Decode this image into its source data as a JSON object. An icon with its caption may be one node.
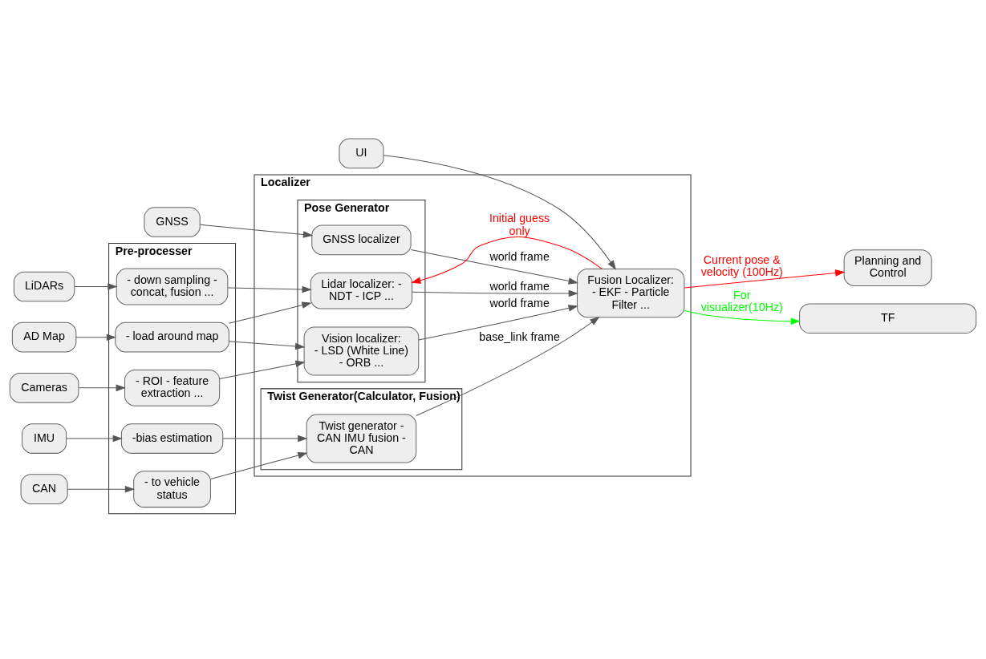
{
  "diagram": {
    "nodes": [
      {
        "text": [
          "UI"
        ]
      },
      {
        "text": [
          "GNSS"
        ]
      },
      {
        "text": [
          "LiDARs"
        ]
      },
      {
        "text": [
          "Cameras"
        ]
      },
      {
        "text": [
          "AD Map"
        ]
      },
      {
        "text": [
          "CAN"
        ]
      },
      {
        "text": [
          "IMU"
        ]
      },
      {
        "text": [
          "Pre-processer"
        ]
      },
      {
        "text": [
          "- down sampling - concat, fusion ..."
        ],
        "in": 7
      },
      {
        "text": [
          "- ROI - feature extraction ..."
        ],
        "in": 7
      },
      {
        "text": [
          "- load around map"
        ],
        "in": 7
      },
      {
        "text": [
          "- to vehicle status"
        ],
        "in": 7
      },
      {
        "text": [
          "-bias estimation"
        ],
        "in": 7
      },
      {
        "text": [
          "Localizer"
        ]
      },
      {
        "text": [
          "Pose Generator"
        ],
        "in": 13
      },
      {
        "text": [
          "GNSS localizer"
        ],
        "in": 14
      },
      {
        "text": [
          "Lidar localizer: - NDT - ICP ..."
        ],
        "in": 14
      },
      {
        "text": [
          "Vision localizer: - LSD (White Line) - ORB ..."
        ],
        "in": 14
      },
      {
        "text": [
          "Twist Generator(Calculator, Fusion)"
        ],
        "in": 13
      },
      {
        "text": [
          "Twist generator - CAN IMU fusion - CAN"
        ],
        "in": 18
      },
      {
        "text": [
          "Fusion Localizer: - EKF - Particle Filter ..."
        ],
        "in": 13
      },
      {
        "text": [
          "Planning and Control"
        ]
      },
      {
        "text": [
          "TF"
        ]
      }
    ],
    "edges": [
      {
        "from": 0,
        "to": 20,
        "arrow": "to"
      },
      {
        "from": 1,
        "to": 15,
        "arrow": "to"
      },
      {
        "from": 2,
        "to": 8,
        "arrow": "to"
      },
      {
        "from": 3,
        "to": 9,
        "arrow": "to"
      },
      {
        "from": 4,
        "to": 10,
        "arrow": "to"
      },
      {
        "from": 5,
        "to": 11,
        "arrow": "to"
      },
      {
        "from": 6,
        "to": 12,
        "arrow": "to"
      },
      {
        "from": 8,
        "to": 16,
        "arrow": "to"
      },
      {
        "from": 9,
        "to": 17,
        "arrow": "to"
      },
      {
        "from": 10,
        "to": 16,
        "arrow": "to"
      },
      {
        "from": 10,
        "to": 17,
        "arrow": "to"
      },
      {
        "from": 11,
        "to": 19,
        "arrow": "to"
      },
      {
        "from": 12,
        "to": 19,
        "arrow": "to"
      },
      {
        "from": 15,
        "to": 20,
        "arrow": "to",
        "label": "world frame"
      },
      {
        "from": 16,
        "to": 20,
        "arrow": "to",
        "label": "world frame"
      },
      {
        "from": 17,
        "to": 20,
        "arrow": "to",
        "label": "world frame"
      },
      {
        "from": 19,
        "to": 20,
        "arrow": "to",
        "label": "base_link frame"
      },
      {
        "from": 20,
        "to": 21,
        "arrow": "to",
        "label": "Current pose & velocity (100Hz)",
        "color": "#ff0000"
      },
      {
        "from": 20,
        "to": 16,
        "arrow": "to",
        "label": "Initial guess only",
        "color": "#ff0000"
      },
      {
        "from": 20,
        "to": 22,
        "arrow": "to",
        "label": "For visualizer(10Hz)",
        "color": "#00ff00"
      }
    ]
  }
}
